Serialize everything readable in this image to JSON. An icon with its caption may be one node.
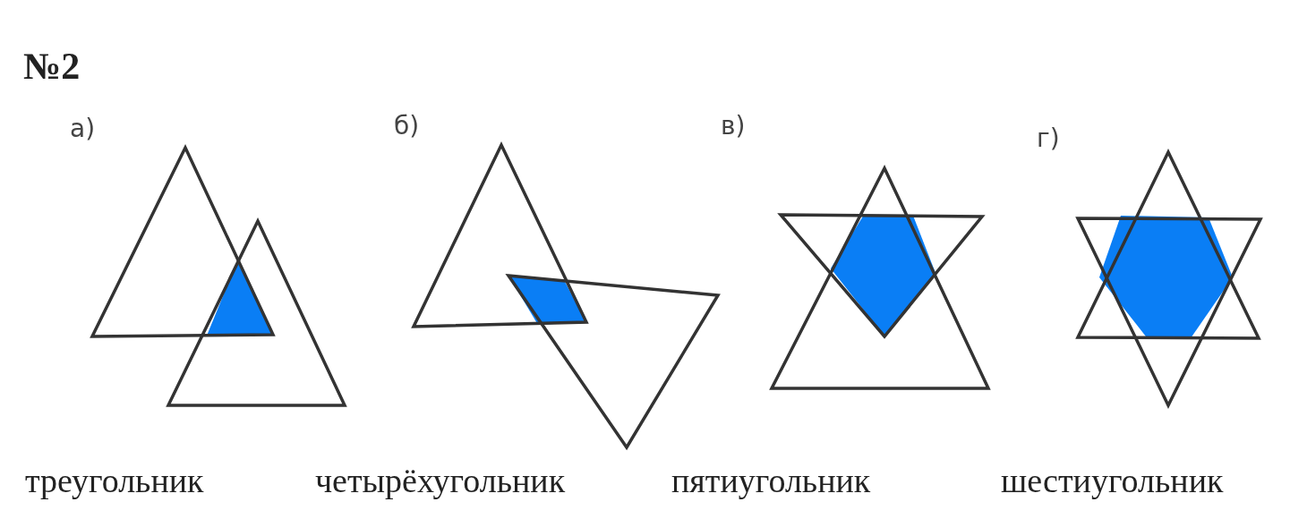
{
  "diagram": {
    "title": "№2",
    "labels": [
      "а)",
      "б)",
      "в)",
      "г)",
      "треугольник",
      "четырёхугольник",
      "пятиугольник",
      "шестиугольник"
    ]
  }
}
